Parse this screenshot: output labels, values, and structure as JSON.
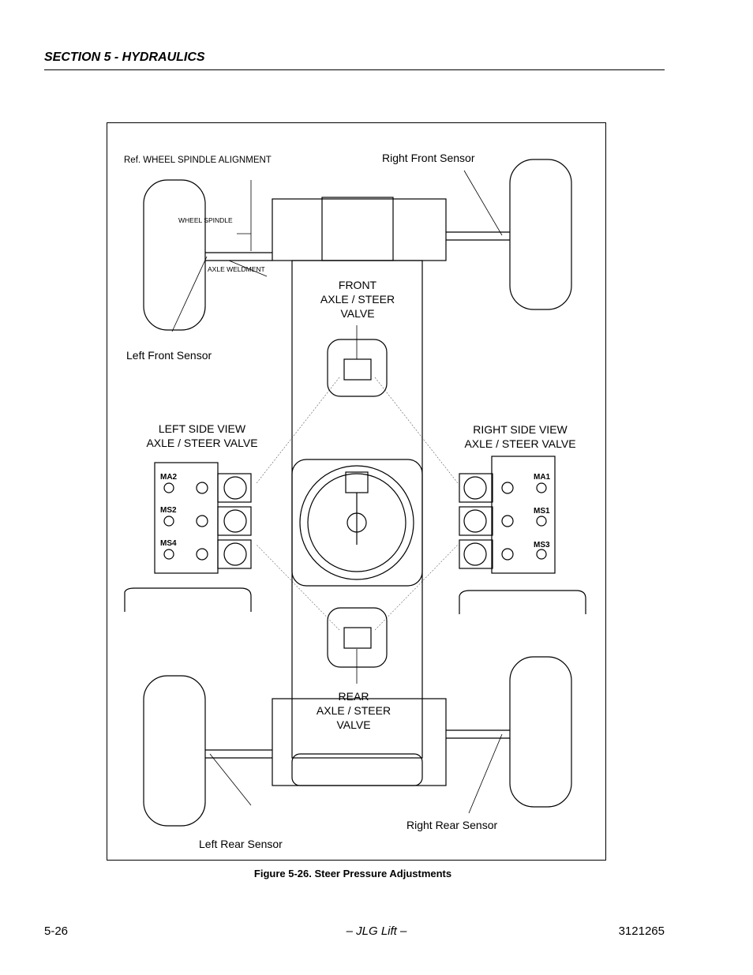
{
  "header": {
    "section": "SECTION 5 - HYDRAULICS"
  },
  "figure": {
    "labels": {
      "ref_alignment": "Ref. WHEEL SPINDLE ALIGNMENT",
      "wheel_spindle": "WHEEL SPINDLE",
      "axle_weldment": "AXLE WELDMENT",
      "right_front_sensor": "Right Front Sensor",
      "left_front_sensor": "Left Front Sensor",
      "front_valve_1": "FRONT",
      "front_valve_2": "AXLE / STEER",
      "front_valve_3": "VALVE",
      "left_view_1": "LEFT SIDE VIEW",
      "left_view_2": "AXLE / STEER VALVE",
      "right_view_1": "RIGHT  SIDE VIEW",
      "right_view_2": "AXLE / STEER VALVE",
      "ma2": "MA2",
      "ms2": "MS2",
      "ms4": "MS4",
      "ma1": "MA1",
      "ms1": "MS1",
      "ms3": "MS3",
      "rear_valve_1": "REAR",
      "rear_valve_2": "AXLE / STEER",
      "rear_valve_3": "VALVE",
      "left_rear_sensor": "Left Rear Sensor",
      "right_rear_sensor": "Right Rear Sensor"
    },
    "caption": "Figure 5-26.  Steer Pressure Adjustments"
  },
  "footer": {
    "page": "5-26",
    "center": "– JLG Lift –",
    "doc_number": "3121265"
  }
}
